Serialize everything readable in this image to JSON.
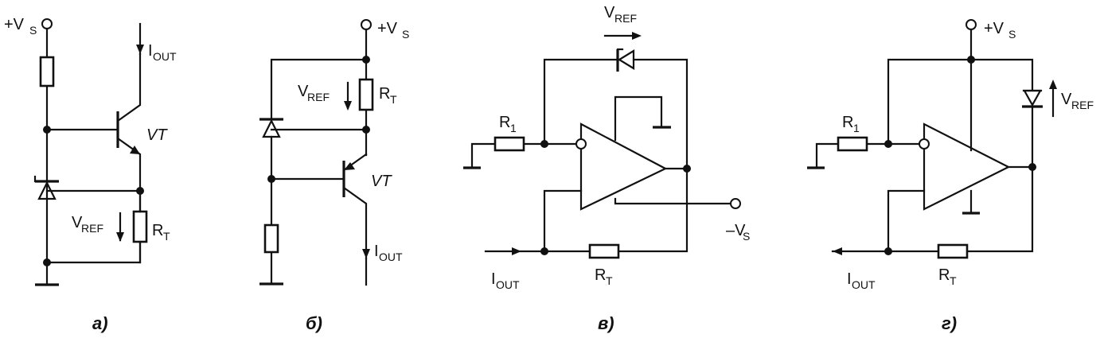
{
  "labels": {
    "vs_pos": "+V",
    "vs_sub": "S",
    "vs_neg": "–V",
    "iout": "I",
    "iout_sub": "OUT",
    "vref": "V",
    "vref_sub": "REF",
    "rt": "R",
    "rt_sub": "T",
    "r1": "R",
    "r1_sub": "1",
    "vt": "VT"
  },
  "captions": {
    "a": "a)",
    "b": "б)",
    "v": "в)",
    "g": "г)"
  }
}
